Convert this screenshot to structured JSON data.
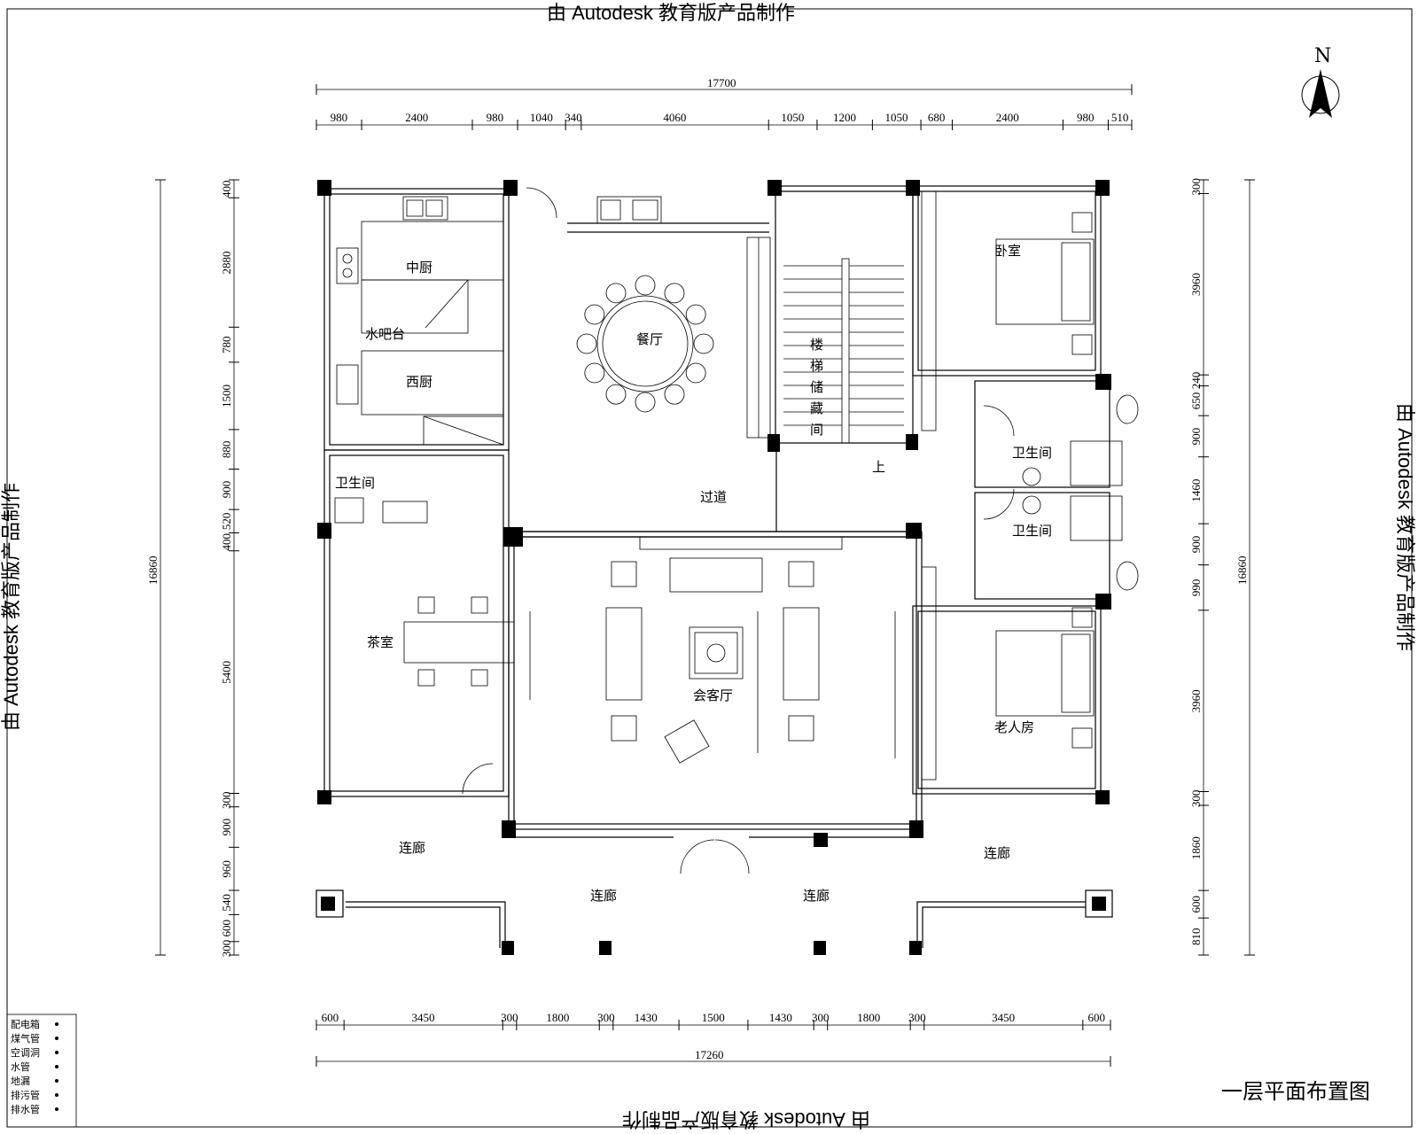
{
  "watermark": "由 Autodesk 教育版产品制作",
  "north_label": "N",
  "drawing_title": "一层平面布置图",
  "overall_dims": {
    "top": "17700",
    "bottom": "17260",
    "left": "16860",
    "right": "16860"
  },
  "top_dims": [
    "980",
    "2400",
    "980",
    "1040",
    "340",
    "4060",
    "1050",
    "1200",
    "1050",
    "680",
    "2400",
    "980",
    "510"
  ],
  "bottom_dims": [
    "600",
    "3450",
    "300",
    "1800",
    "300",
    "1430",
    "1500",
    "1430",
    "300",
    "1800",
    "300",
    "3450",
    "600"
  ],
  "left_dims": [
    "400",
    "2880",
    "780",
    "1500",
    "880",
    "900",
    "520",
    "400",
    "5400",
    "300",
    "900",
    "960",
    "540",
    "600",
    "300"
  ],
  "right_dims": [
    "300",
    "3960",
    "240",
    "650",
    "900",
    "1460",
    "900",
    "990",
    "3960",
    "300",
    "1860",
    "600",
    "810"
  ],
  "rooms": {
    "middle_kitchen": "中厨",
    "water_bar": "水吧台",
    "western_kitchen": "西厨",
    "dining": "餐厅",
    "stair_storage": [
      "楼",
      "梯",
      "储",
      "藏",
      "间"
    ],
    "stair_up": "上",
    "bedroom": "卧室",
    "bathroom": "卫生间",
    "corridor_pass": "过道",
    "tea_room": "茶室",
    "living": "会客厅",
    "elder_room": "老人房",
    "veranda": "连廊"
  },
  "legend": [
    "配电箱",
    "煤气管",
    "空调洞",
    "水管",
    "地漏",
    "排污管",
    "排水管"
  ]
}
